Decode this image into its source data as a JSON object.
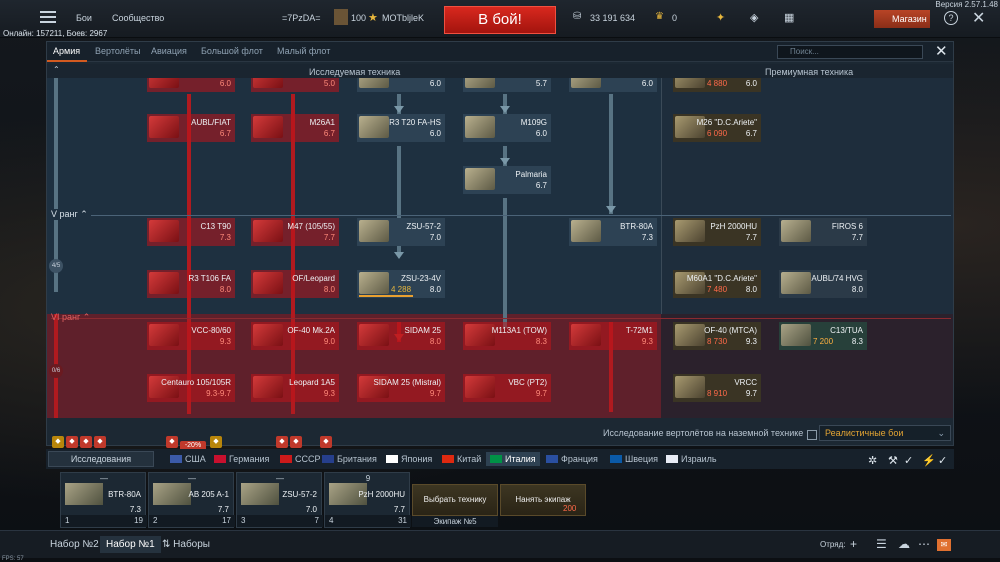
{
  "header": {
    "menu": [
      "Бои",
      "Сообщество"
    ],
    "clan_tag": "=7PzDA=",
    "level": "100",
    "nickname": "MOTbljleK",
    "play_button": "В бой!",
    "silver": "33 191 634",
    "gold": "0",
    "shop": "Магазин",
    "help": "?",
    "version": "Версия 2.57.1.48",
    "online": "Онлайн: 157211, Боев: 2967"
  },
  "tree": {
    "tabs": [
      "Армия",
      "Вертолёты",
      "Авиация",
      "Большой флот",
      "Малый флот"
    ],
    "search_placeholder": "Поиск...",
    "col_researchable": "Исследуемая техника",
    "col_premium": "Премиумная техника",
    "rank_v": "V ранг",
    "rank_vi": "VI ранг",
    "rank_badge": "4/5",
    "rank_badge2": "0/6",
    "vehicles_top": [
      {
        "name": "",
        "br": "6.0"
      },
      {
        "name": "",
        "br": "5.0"
      },
      {
        "name": "",
        "br": "6.0"
      },
      {
        "name": "",
        "br": "5.7"
      },
      {
        "name": "",
        "br": "6.0"
      },
      {
        "name": "",
        "rp": "4 880",
        "br": "6.0"
      }
    ],
    "row1": [
      {
        "name": "AUBL/FIAT",
        "br": "6.7"
      },
      {
        "name": "M26A1",
        "br": "6.7"
      },
      {
        "name": "R3 T20 FA-HS",
        "br": "6.0"
      },
      {
        "name": "M109G",
        "br": "6.0"
      },
      {
        "name": "M26 \"D.C.Ariete\"",
        "rp": "6 090",
        "br": "6.7"
      }
    ],
    "palmaria": {
      "name": "Palmaria",
      "br": "6.7"
    },
    "row2": [
      {
        "name": "C13 T90",
        "br": "7.3"
      },
      {
        "name": "M47 (105/55)",
        "br": "7.7"
      },
      {
        "name": "ZSU-57-2",
        "br": "7.0"
      },
      {
        "name": "BTR-80A",
        "br": "7.3"
      },
      {
        "name": "PzH 2000HU",
        "br": "7.7"
      },
      {
        "name": "FIROS 6",
        "br": "7.7"
      }
    ],
    "row3": [
      {
        "name": "R3 T106 FA",
        "br": "8.0"
      },
      {
        "name": "OF/Leopard",
        "br": "8.0"
      },
      {
        "name": "ZSU-23-4V",
        "rp": "4 288",
        "br": "8.0"
      },
      {
        "name": "M60A1 \"D.C.Ariete\"",
        "rp": "7 480",
        "br": "8.0"
      },
      {
        "name": "AUBL/74 HVG",
        "br": "8.0"
      }
    ],
    "row4": [
      {
        "name": "VCC-80/60",
        "br": "9.3"
      },
      {
        "name": "OF-40 Mk.2A",
        "br": "9.0"
      },
      {
        "name": "SIDAM 25",
        "br": "8.0"
      },
      {
        "name": "M113A1 (TOW)",
        "br": "8.3"
      },
      {
        "name": "T-72M1",
        "br": "9.3"
      },
      {
        "name": "OF-40 (MTCA)",
        "rp": "8 730",
        "br": "9.3"
      },
      {
        "name": "C13/TUA",
        "rp": "7 200",
        "br": "8.3"
      }
    ],
    "row5": [
      {
        "name": "Centauro 105/105R",
        "br": "9.3-9.7"
      },
      {
        "name": "Leopard 1A5",
        "br": "9.3"
      },
      {
        "name": "SIDAM 25 (Mistral)",
        "br": "9.7"
      },
      {
        "name": "VBC (PT2)",
        "br": "9.7"
      },
      {
        "name": "VRCC",
        "rp": "8 910",
        "br": "9.7"
      }
    ],
    "heli_research": "Исследование вертолётов на наземной технике",
    "game_mode": "Реалистичные бои"
  },
  "nations_bar": {
    "research_btn": "Исследования",
    "discount": "-20%",
    "nations": [
      {
        "name": "США",
        "flag": "#3b5aa8"
      },
      {
        "name": "Германия",
        "flag": "#c8102e"
      },
      {
        "name": "СССР",
        "flag": "#cc1a1a"
      },
      {
        "name": "Британия",
        "flag": "#263f8c"
      },
      {
        "name": "Япония",
        "flag": "#ffffff"
      },
      {
        "name": "Китай",
        "flag": "#de2910"
      },
      {
        "name": "Италия",
        "flag": "#009246"
      },
      {
        "name": "Франция",
        "flag": "#2a4fa0"
      },
      {
        "name": "Швеция",
        "flag": "#0a5aa8"
      },
      {
        "name": "Израиль",
        "flag": "#e8ecf5"
      }
    ]
  },
  "slots": [
    {
      "dash": "—",
      "name": "BTR-80A",
      "br": "7.3",
      "num": "1",
      "right": "19"
    },
    {
      "dash": "—",
      "name": "AB 205 A-1",
      "br": "7.7",
      "num": "2",
      "right": "17"
    },
    {
      "dash": "—",
      "name": "ZSU-57-2",
      "br": "7.0",
      "num": "3",
      "right": "7"
    },
    {
      "dash": "9",
      "name": "PzH 2000HU",
      "br": "7.7",
      "num": "4",
      "right": "31"
    }
  ],
  "actions": {
    "choose": "Выбрать технику",
    "hire": "Нанять экипаж",
    "hire_cost": "200",
    "crew_label": "Экипаж №5"
  },
  "bottom": {
    "preset2": "Набор №2",
    "preset1": "Набор №1",
    "presets": "Наборы",
    "squad": "Отряд:",
    "fps": "FPS: 57"
  }
}
